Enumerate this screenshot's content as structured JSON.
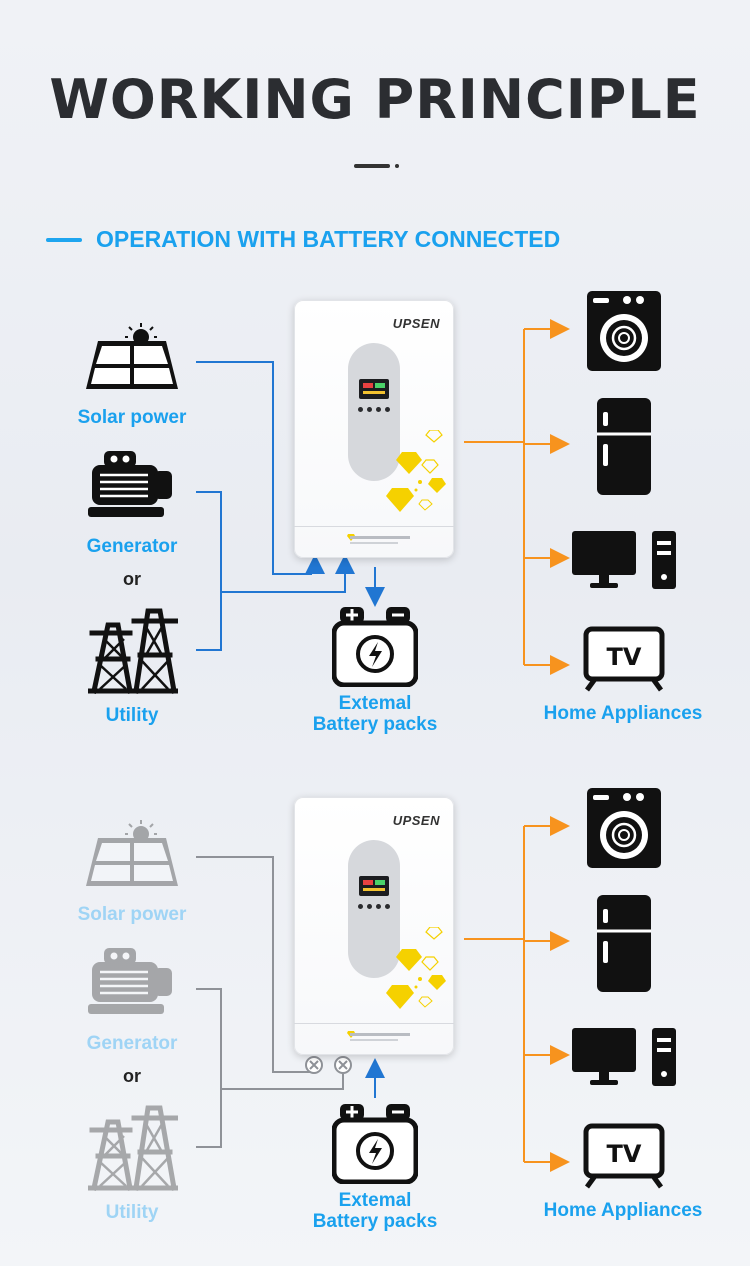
{
  "title": "WORKING PRINCIPLE",
  "section_title": "OPERATION WITH BATTERY CONNECTED",
  "colors": {
    "accent_blue": "#1aa1ee",
    "wire_blue": "#2176d2",
    "wire_orange": "#f7931e",
    "wire_grey": "#8f9298",
    "gem_yellow": "#f5d100",
    "heading": "#2b2d31"
  },
  "inverter": {
    "brand": "UPSEN"
  },
  "scenarios": [
    {
      "state": "all-sources-active",
      "sources": [
        {
          "label": "Solar power",
          "icon": "solar-panel-icon"
        },
        {
          "label": "Generator",
          "icon": "generator-icon"
        },
        {
          "label": "or",
          "icon": ""
        },
        {
          "label": "Utility",
          "icon": "power-tower-icon"
        }
      ],
      "battery": {
        "line1": "Extemal",
        "line2": "Battery packs",
        "icon": "battery-icon",
        "flow": "to-battery"
      },
      "loads": {
        "label": "Home Appliances",
        "icons": [
          "washing-machine-icon",
          "refrigerator-icon",
          "desktop-computer-icon",
          "tv-icon"
        ],
        "tv_text": "TV"
      }
    },
    {
      "state": "sources-disconnected",
      "sources": [
        {
          "label": "Solar power",
          "icon": "solar-panel-icon"
        },
        {
          "label": "Generator",
          "icon": "generator-icon"
        },
        {
          "label": "or",
          "icon": ""
        },
        {
          "label": "Utility",
          "icon": "power-tower-icon"
        }
      ],
      "battery": {
        "line1": "Extemal",
        "line2": "Battery packs",
        "icon": "battery-icon",
        "flow": "from-battery"
      },
      "loads": {
        "label": "Home Appliances",
        "icons": [
          "washing-machine-icon",
          "refrigerator-icon",
          "desktop-computer-icon",
          "tv-icon"
        ],
        "tv_text": "TV"
      }
    }
  ]
}
